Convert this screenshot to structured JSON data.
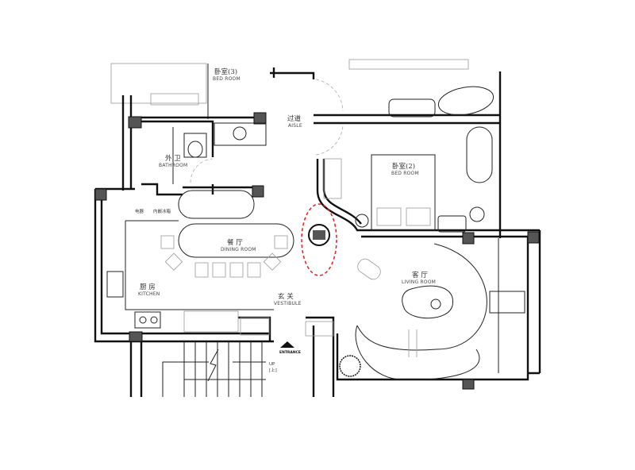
{
  "rooms": {
    "bedroom3": {
      "cn": "卧室(3)",
      "en": "BED ROOM"
    },
    "aisle": {
      "cn": "过道",
      "en": "AISLE"
    },
    "bathroom": {
      "cn": "外 卫",
      "en": "BATHROOM"
    },
    "appliance": {
      "cn": "电器"
    },
    "fridge": {
      "cn": "内嵌冰箱"
    },
    "dining": {
      "cn": "餐 厅",
      "en": "DINING ROOM"
    },
    "kitchen": {
      "cn": "厨 房",
      "en": "KITCHEN"
    },
    "vestibule": {
      "cn": "玄 关",
      "en": "VESTIBULE"
    },
    "bedroom2": {
      "cn": "卧室(2)",
      "en": "BED ROOM"
    },
    "living": {
      "cn": "客 厅",
      "en": "LIVING ROOM"
    }
  },
  "entrance": {
    "label": "ENTRANCE"
  },
  "stairs": {
    "up_en": "UP",
    "up_cn": "[上]"
  },
  "colors": {
    "wall": "#111111",
    "highlight": "#e02020",
    "column": "#555555"
  }
}
